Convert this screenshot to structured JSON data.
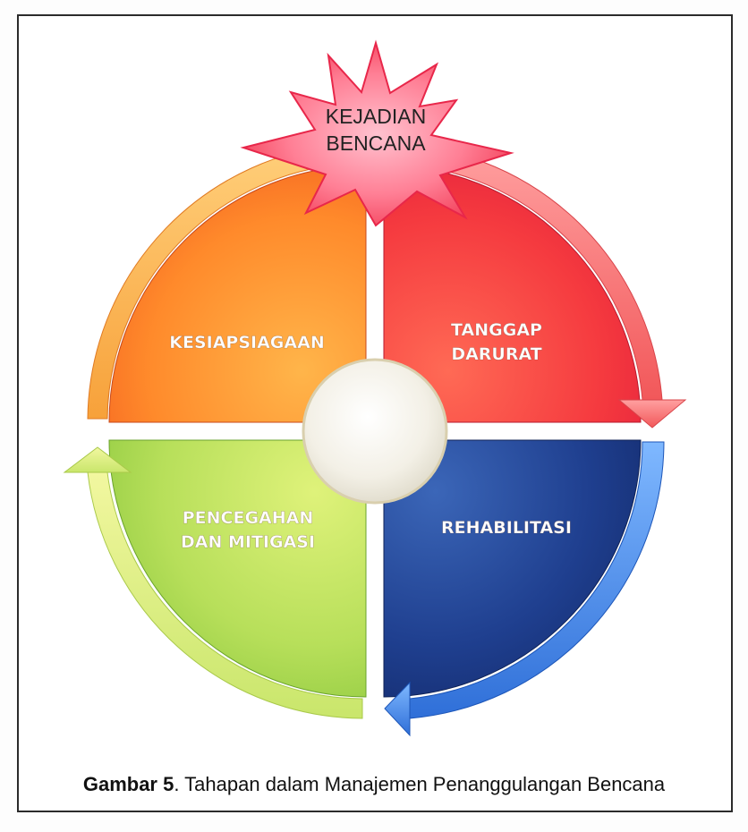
{
  "diagram": {
    "event": {
      "line1": "KEJADIAN",
      "line2": "BENCANA"
    },
    "quadrants": {
      "preparedness": {
        "label": "KESIAPSIAGAAN"
      },
      "response": {
        "line1": "TANGGAP",
        "line2": "DARURAT"
      },
      "rehabilitation": {
        "label": "REHABILITASI"
      },
      "prevention": {
        "line1": "PENCEGAHAN",
        "line2": "DAN MITIGASI"
      }
    }
  },
  "caption": {
    "figure_label": "Gambar 5",
    "text": ". Tahapan dalam Manajemen Penanggulangan Bencana"
  }
}
